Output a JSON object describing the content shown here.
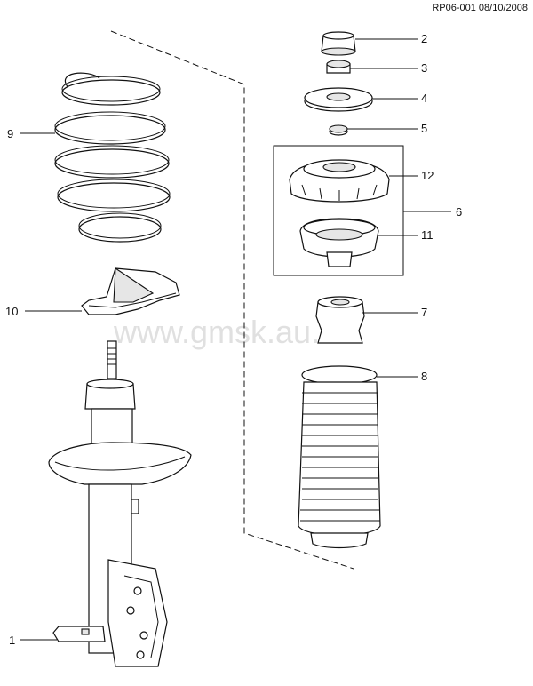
{
  "document_ref": "RP06-001 08/10/2008",
  "watermark": "www.gmsk.au.ru",
  "callouts": {
    "c1": "1",
    "c2": "2",
    "c3": "3",
    "c4": "4",
    "c5": "5",
    "c6": "6",
    "c7": "7",
    "c8": "8",
    "c9": "9",
    "c10": "10",
    "c11": "11",
    "c12": "12"
  }
}
